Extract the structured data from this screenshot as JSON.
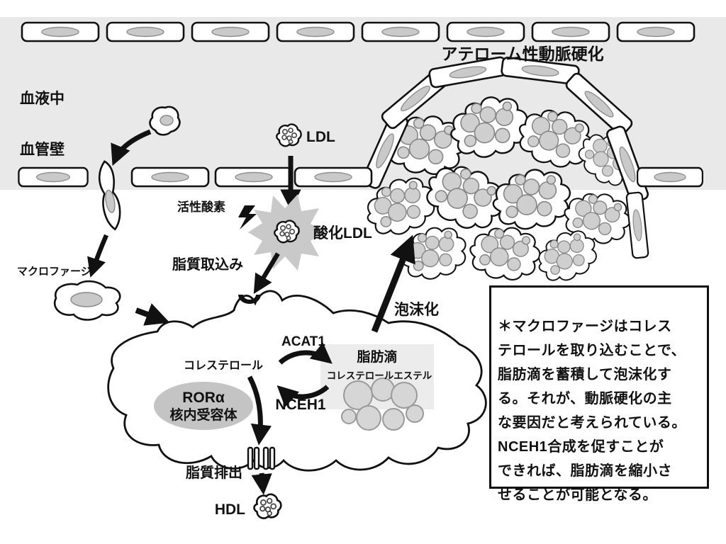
{
  "diagram": {
    "title": "アテローム性動脈硬化",
    "labels": {
      "blood": "血液中",
      "vessel_wall": "血管壁",
      "ldl": "LDL",
      "reactive_oxygen": "活性酸素",
      "oxidized_ldl": "酸化LDL",
      "lipid_uptake": "脂質取込み",
      "macrophage": "マクロファージ",
      "foaming": "泡沫化",
      "acat1": "ACAT1",
      "cholesterol": "コレステロール",
      "nceh1": "NCEH1",
      "lipid_droplet": "脂肪滴",
      "cholesterol_ester": "コレステロールエステル",
      "ror_alpha": "RORα",
      "nuclear_receptor": "核内受容体",
      "lipid_efflux": "脂質排出",
      "hdl": "HDL"
    },
    "note": "＊マクロファージはコレス\nテロールを取り込むことで、\n脂肪滴を蓄積して泡沫化す\nる。それが、動脈硬化の主\nな要因だと考えられている。\nNCEH1合成を促すことが\nできれば、脂肪滴を縮小さ\nせることが可能となる。",
    "colors": {
      "background_band": "#e9e9e9",
      "cell_fill": "#ffffff",
      "nucleus_gray": "#c9c9c9",
      "droplet_gray": "#d6d6d6",
      "burst_gray": "#c9c9c9",
      "ink": "#111111"
    }
  }
}
